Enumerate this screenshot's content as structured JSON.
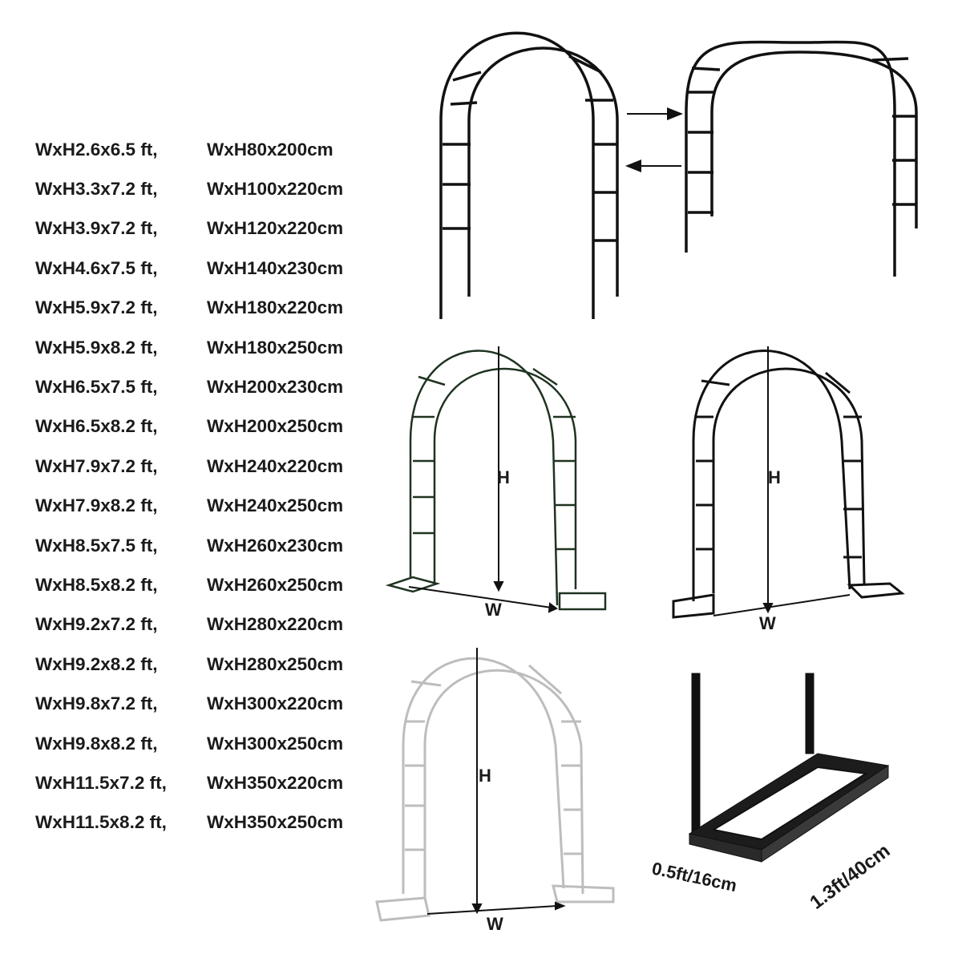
{
  "sizes": [
    {
      "ft": "WxH2.6x6.5 ft,",
      "cm": "WxH80x200cm"
    },
    {
      "ft": "WxH3.3x7.2 ft,",
      "cm": "WxH100x220cm"
    },
    {
      "ft": "WxH3.9x7.2 ft,",
      "cm": "WxH120x220cm"
    },
    {
      "ft": "WxH4.6x7.5 ft,",
      "cm": "WxH140x230cm"
    },
    {
      "ft": "WxH5.9x7.2 ft,",
      "cm": "WxH180x220cm"
    },
    {
      "ft": "WxH5.9x8.2 ft,",
      "cm": "WxH180x250cm"
    },
    {
      "ft": "WxH6.5x7.5 ft,",
      "cm": "WxH200x230cm"
    },
    {
      "ft": "WxH6.5x8.2 ft,",
      "cm": "WxH200x250cm"
    },
    {
      "ft": "WxH7.9x7.2 ft,",
      "cm": "WxH240x220cm"
    },
    {
      "ft": "WxH7.9x8.2 ft,",
      "cm": "WxH240x250cm"
    },
    {
      "ft": "WxH8.5x7.5 ft,",
      "cm": "WxH260x230cm"
    },
    {
      "ft": "WxH8.5x8.2 ft,",
      "cm": "WxH260x250cm"
    },
    {
      "ft": "WxH9.2x7.2 ft,",
      "cm": "WxH280x220cm"
    },
    {
      "ft": "WxH9.2x8.2 ft,",
      "cm": "WxH280x250cm"
    },
    {
      "ft": "WxH9.8x7.2 ft,",
      "cm": "WxH300x220cm"
    },
    {
      "ft": "WxH9.8x8.2 ft,",
      "cm": "WxH300x250cm"
    },
    {
      "ft": "WxH11.5x7.2 ft,",
      "cm": "WxH350x220cm"
    },
    {
      "ft": "WxH11.5x8.2 ft,",
      "cm": "WxH350x250cm"
    }
  ],
  "labels": {
    "height": "H",
    "width": "W",
    "base_width": "0.5ft/16cm",
    "base_length": "1.3ft/40cm"
  },
  "colors": {
    "black_arch": "#111111",
    "green_arch": "#1f3320",
    "white_arch": "#bdbdbd",
    "text": "#1a1a1a"
  }
}
